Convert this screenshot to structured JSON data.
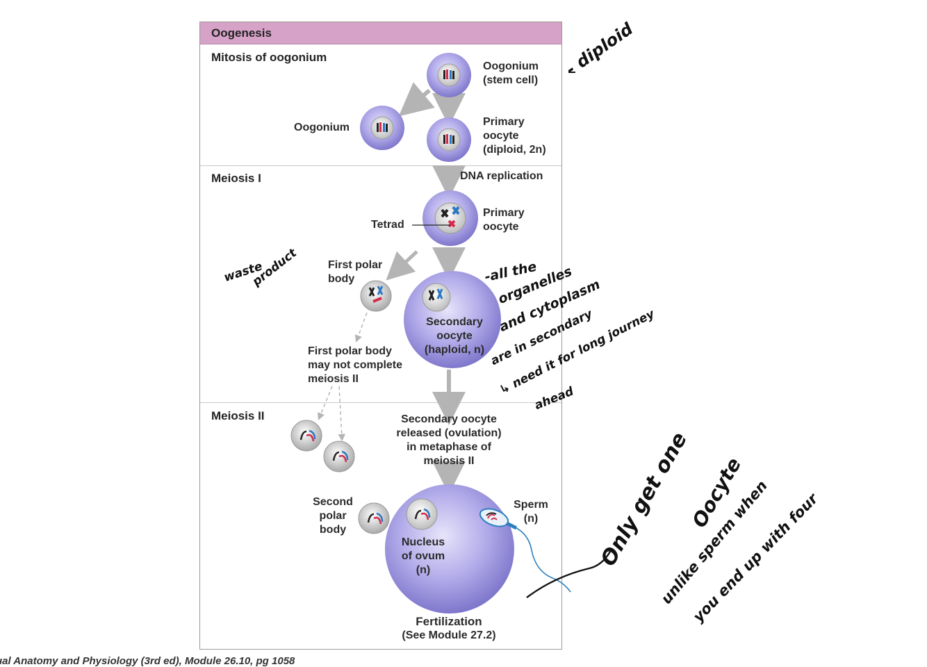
{
  "panel": {
    "title": "Oogenesis",
    "sections": {
      "mitosis": "Mitosis of oogonium",
      "meiosis1": "Meiosis I",
      "meiosis2": "Meiosis II"
    }
  },
  "labels": {
    "oogonium_stem_1": "Oogonium",
    "oogonium_stem_2": "(stem cell)",
    "oogonium_left": "Oogonium",
    "primary_oocyte_1": "Primary",
    "primary_oocyte_2": "oocyte",
    "primary_oocyte_3": "(diploid, 2n)",
    "dna_replication": "DNA replication",
    "primary_oocyte2_1": "Primary",
    "primary_oocyte2_2": "oocyte",
    "tetrad": "Tetrad",
    "first_polar_body_1": "First polar",
    "first_polar_body_2": "body",
    "secondary_oocyte_1": "Secondary",
    "secondary_oocyte_2": "oocyte",
    "secondary_oocyte_3": "(haploid, n)",
    "fpb_note_1": "First polar body",
    "fpb_note_2": "may not complete",
    "fpb_note_3": "meiosis II",
    "released_1": "Secondary oocyte",
    "released_2": "released (ovulation)",
    "released_3": "in metaphase of",
    "released_4": "meiosis II",
    "second_polar_1": "Second",
    "second_polar_2": "polar",
    "second_polar_3": "body",
    "sperm_1": "Sperm",
    "sperm_2": "(n)",
    "nucleus_1": "Nucleus",
    "nucleus_2": "of ovum",
    "nucleus_3": "(n)",
    "fertilization": "Fertilization",
    "see_module": "(See Module 27.2)"
  },
  "footer": "ual Anatomy and Physiology (3rd ed), Module 26.10, pg 1058",
  "annotations": {
    "diploid": "- diploid",
    "waste_1": "waste",
    "waste_2": "product",
    "organelles_1": "-all the",
    "organelles_2": "organelles",
    "organelles_3": "and cytoplasm",
    "organelles_4": "are in secondary",
    "organelles_5": "↳ need it for long journey",
    "organelles_6": "ahead",
    "only_1": "Only get one",
    "only_2": "Oocyte",
    "unlike_1": "unlike sperm when",
    "unlike_2": "you end up with four"
  },
  "colors": {
    "header": "#d6a2c8",
    "cell": "#8c85d3",
    "chromosome_red": "#d42a4a",
    "chromosome_blue": "#2b78c2",
    "sperm": "#2a7fc0"
  }
}
